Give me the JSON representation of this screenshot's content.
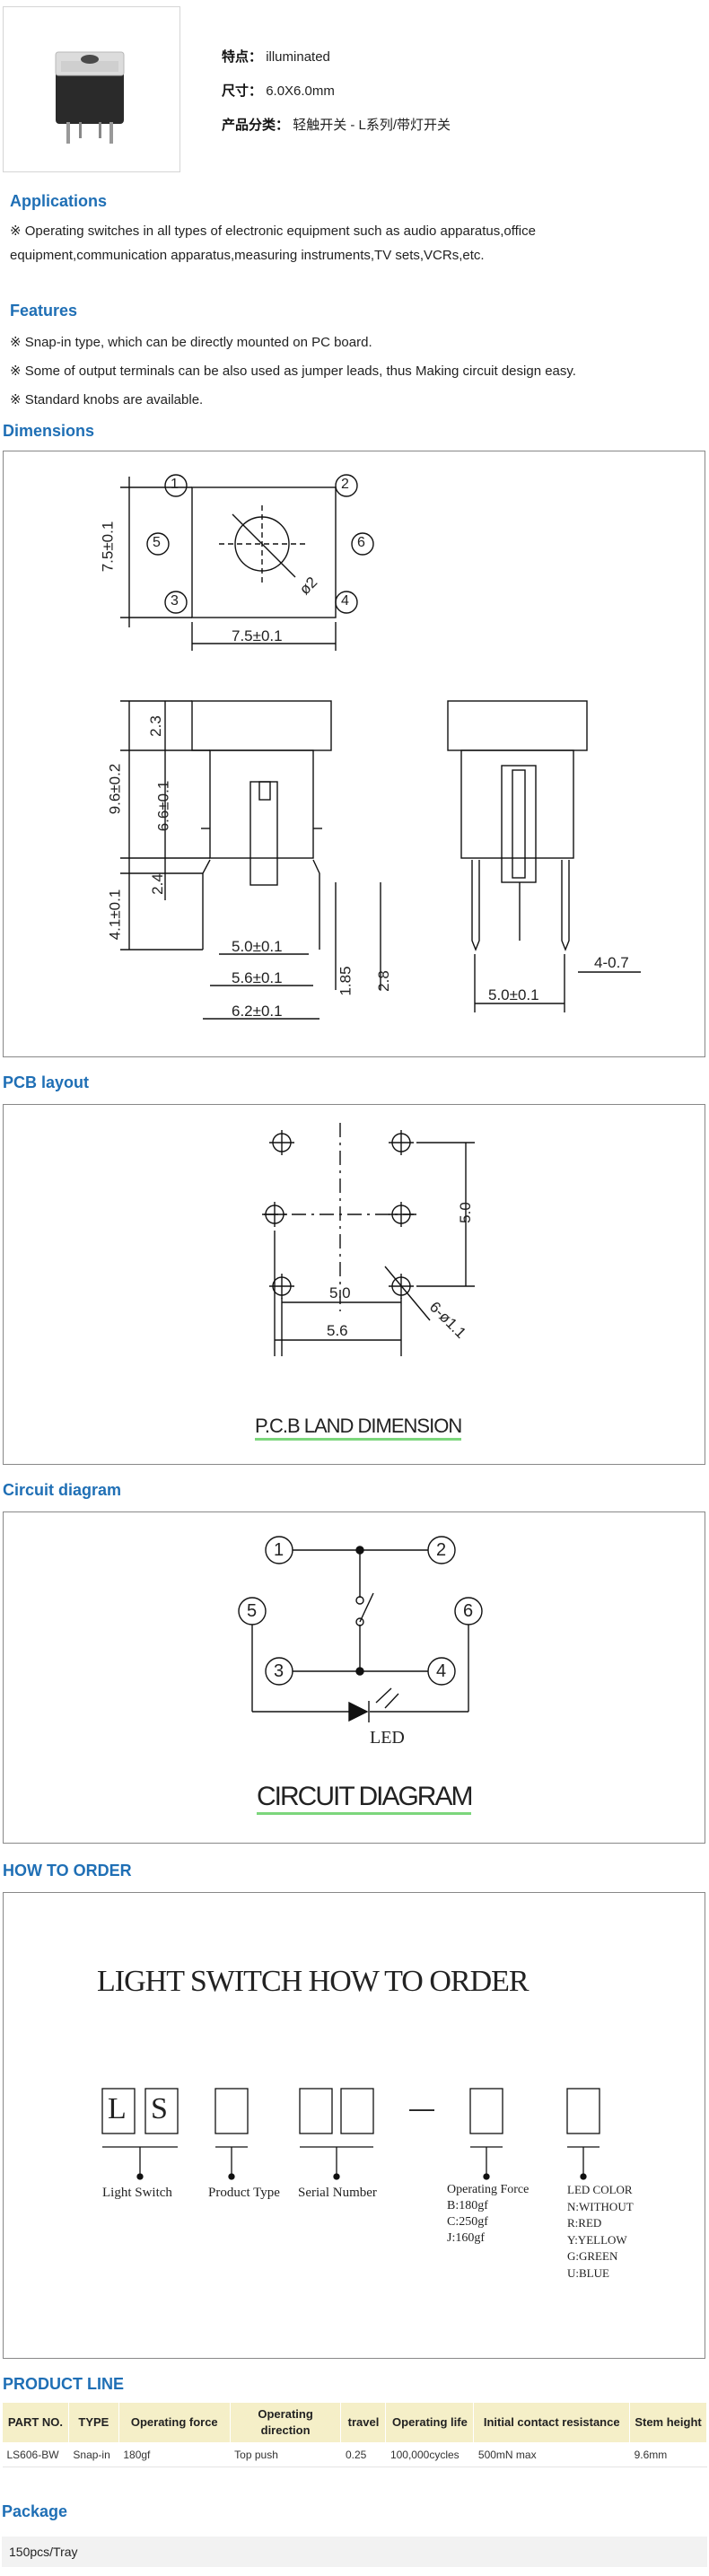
{
  "header": {
    "feature_label": "特点：",
    "feature_value": "illuminated",
    "size_label": "尺寸：",
    "size_value": "6.0X6.0mm",
    "category_label": "产品分类：",
    "category_value": "轻触开关 - L系列/带灯开关"
  },
  "applications": {
    "title": "Applications",
    "text_line1": "※ Operating switches in all types of electronic equipment such as audio apparatus,office",
    "text_line2": "equipment,communication apparatus,measuring instruments,TV sets,VCRs,etc."
  },
  "features": {
    "title": "Features",
    "items": [
      "※ Snap-in type, which can be directly mounted on PC board.",
      "※ Some of output terminals can be also used as jumper leads, thus Making circuit design easy.",
      "※ Standard knobs are available."
    ]
  },
  "dimensions": {
    "title": "Dimensions",
    "labels": {
      "pin1": "1",
      "pin2": "2",
      "pin3": "3",
      "pin4": "4",
      "pin5": "5",
      "pin6": "6",
      "height_75": "7.5±0.1",
      "width_75": "7.5±0.1",
      "phi2": "ø2",
      "d23": "2.3",
      "d96": "9.6±0.2",
      "d66": "6.6±0.1",
      "d24": "2.4",
      "d41": "4.1±0.1",
      "d50": "5.0±0.1",
      "d56": "5.6±0.1",
      "d62": "6.2±0.1",
      "d185": "1.85",
      "d28": "2.8",
      "d407": "4-0.7",
      "d50b": "5.0±0.1"
    }
  },
  "pcb": {
    "title": "PCB layout",
    "dim_50v": "5.0",
    "dim_50h": "5.0",
    "dim_56": "5.6",
    "hole": "6-ø1.1",
    "caption": "P.C.B LAND DIMENSION"
  },
  "circuit": {
    "title": "Circuit diagram",
    "pins": [
      "1",
      "2",
      "3",
      "4",
      "5",
      "6"
    ],
    "led": "LED",
    "caption": "CIRCUIT DIAGRAM"
  },
  "order": {
    "title": "HOW TO ORDER",
    "heading": "LIGHT SWITCH HOW TO ORDER",
    "box_l": "L",
    "box_s": "S",
    "dash": "—",
    "label_light": "Light Switch",
    "label_type": "Product Type",
    "label_serial": "Serial Number",
    "force_title": "Operating Force",
    "force_lines": [
      "B:180gf",
      "C:250gf",
      "J:160gf"
    ],
    "led_title": "LED COLOR",
    "led_lines": [
      "N:WITHOUT",
      "R:RED",
      "Y:YELLOW",
      "G:GREEN",
      "U:BLUE"
    ]
  },
  "product_line": {
    "title": "PRODUCT LINE",
    "headers": [
      "PART NO.",
      "TYPE",
      "Operating force",
      "Operating direction",
      "travel",
      "Operating life",
      "Initial contact resistance",
      "Stem height"
    ],
    "rows": [
      [
        "LS606-BW",
        "Snap-in",
        "180gf",
        "Top push",
        "0.25",
        "100,000cycles",
        "500mN max",
        "9.6mm"
      ]
    ]
  },
  "package": {
    "title": "Package",
    "value": "150pcs/Tray"
  }
}
